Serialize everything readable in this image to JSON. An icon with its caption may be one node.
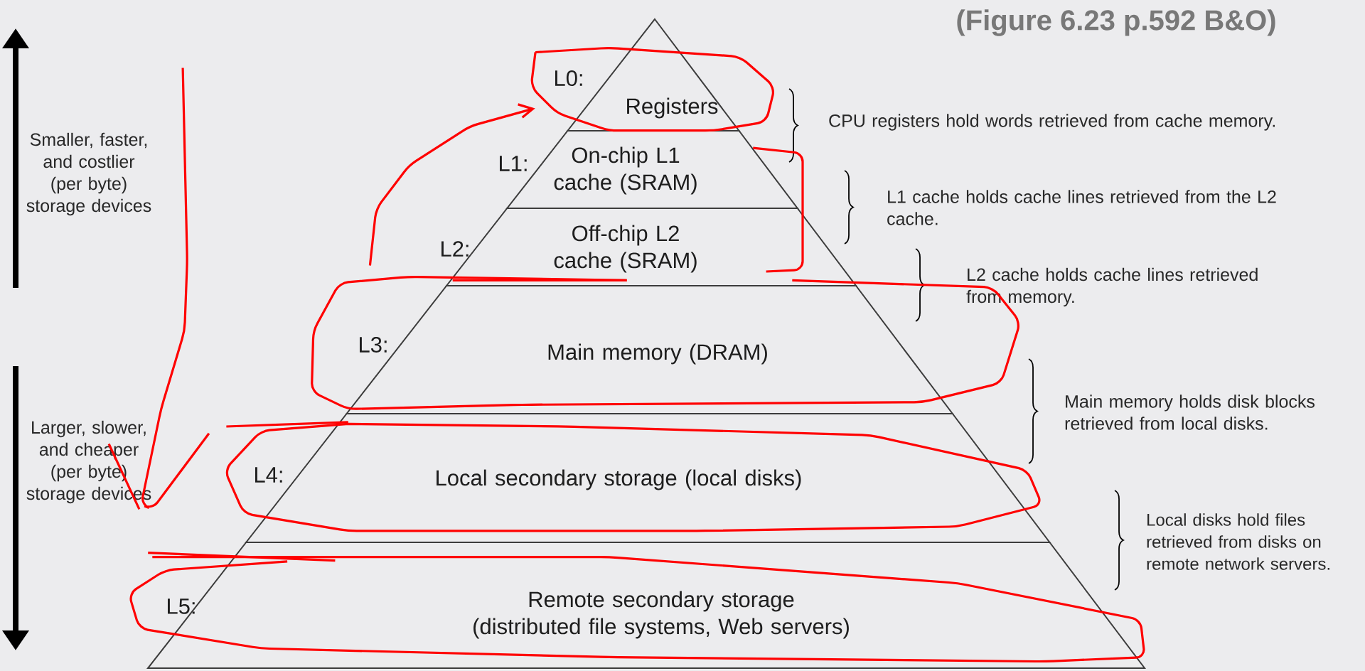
{
  "diagram": {
    "title": "(Figure 6.23 p.592 B&O)",
    "nodes": [
      {
        "text": [
          "L0:",
          "Registers"
        ]
      },
      {
        "text": [
          "L1:",
          "On-chip L1 cache (SRAM)"
        ]
      },
      {
        "text": [
          "L2:",
          "Off-chip L2 cache (SRAM)"
        ]
      },
      {
        "text": [
          "L3:",
          "Main memory (DRAM)"
        ]
      },
      {
        "text": [
          "L4:",
          "Local secondary storage (local disks)"
        ]
      },
      {
        "text": [
          "L5:",
          "Remote secondary storage (distributed file systems, Web servers)"
        ]
      }
    ],
    "labels": [
      "Smaller, faster, and costlier (per byte) storage devices",
      "Larger, slower, and cheaper (per byte) storage devices",
      "CPU registers hold words retrieved from cache memory.",
      "L1 cache holds cache lines retrieved from the L2 cache.",
      "L2 cache holds cache lines retrieved from memory.",
      "Main memory holds disk blocks retrieved from local disks.",
      "Local disks hold files retrieved from disks on remote network servers."
    ]
  }
}
